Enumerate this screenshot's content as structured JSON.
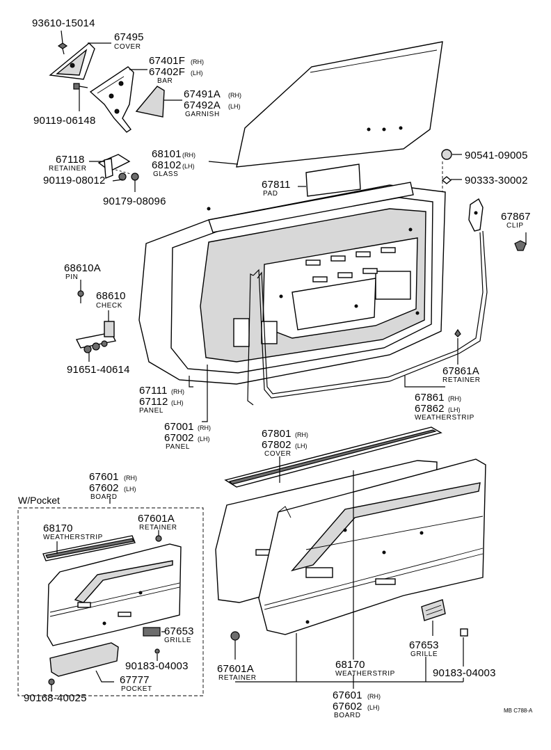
{
  "section_label": "W/Pocket",
  "drawing_code": "MB C788-A",
  "callouts": {
    "c93610": {
      "num": "93610-15014"
    },
    "c67495": {
      "num": "67495",
      "name": "COVER"
    },
    "c67401": {
      "num1": "67401F",
      "sfx1": "(RH)",
      "num2": "67402F",
      "sfx2": "(LH)",
      "name": "BAR"
    },
    "c67491": {
      "num1": "67491A",
      "sfx1": "(RH)",
      "num2": "67492A",
      "sfx2": "(LH)",
      "name": "GARNISH"
    },
    "c90119a": {
      "num": "90119-06148"
    },
    "c68101": {
      "num1": "68101",
      "sfx1": "(RH)",
      "num2": "68102",
      "sfx2": "(LH)",
      "name": "GLASS"
    },
    "c67118": {
      "num": "67118",
      "name": "RETAINER"
    },
    "c90119b": {
      "num": "90119-08012"
    },
    "c90179": {
      "num": "90179-08096"
    },
    "c67811": {
      "num": "67811",
      "name": "PAD"
    },
    "c90541": {
      "num": "90541-09005"
    },
    "c90333": {
      "num": "90333-30002"
    },
    "c67867": {
      "num": "67867",
      "name": "CLIP"
    },
    "c68610A": {
      "num": "68610A",
      "name": "PIN"
    },
    "c68610": {
      "num": "68610",
      "name": "CHECK"
    },
    "c91651": {
      "num": "91651-40614"
    },
    "c67861A": {
      "num": "67861A",
      "name": "RETAINER"
    },
    "c67861": {
      "num1": "67861",
      "sfx1": "(RH)",
      "num2": "67862",
      "sfx2": "(LH)",
      "name": "WEATHERSTRIP"
    },
    "c67111": {
      "num1": "67111",
      "sfx1": "(RH)",
      "num2": "67112",
      "sfx2": "(LH)",
      "name": "PANEL"
    },
    "c67001": {
      "num1": "67001",
      "sfx1": "(RH)",
      "num2": "67002",
      "sfx2": "(LH)",
      "name": "PANEL"
    },
    "c67801": {
      "num1": "67801",
      "sfx1": "(RH)",
      "num2": "67802",
      "sfx2": "(LH)",
      "name": "COVER"
    },
    "c67601top": {
      "num1": "67601",
      "sfx1": "(RH)",
      "num2": "67602",
      "sfx2": "(LH)",
      "name": "BOARD"
    },
    "c68170p": {
      "num": "68170",
      "name": "WEATHERSTRIP"
    },
    "c67601Ap": {
      "num": "67601A",
      "name": "RETAINER"
    },
    "c67653p": {
      "num": "67653",
      "name": "GRILLE"
    },
    "c90183p": {
      "num": "90183-04003"
    },
    "c67777": {
      "num": "67777",
      "name": "POCKET"
    },
    "c90168": {
      "num": "90168-40025"
    },
    "c67601A": {
      "num": "67601A",
      "name": "RETAINER"
    },
    "c68170": {
      "num": "68170",
      "name": "WEATHERSTRIP"
    },
    "c67653": {
      "num": "67653",
      "name": "GRILLE"
    },
    "c90183": {
      "num": "90183-04003"
    },
    "c67601bot": {
      "num1": "67601",
      "sfx1": "(RH)",
      "num2": "67602",
      "sfx2": "(LH)",
      "name": "BOARD"
    }
  }
}
